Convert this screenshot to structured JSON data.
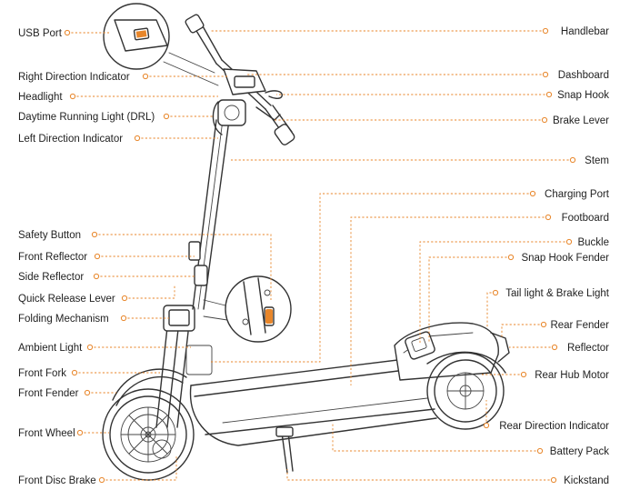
{
  "colors": {
    "accent": "#E8862A",
    "line_art": "#333333",
    "text": "#222222",
    "background": "#FFFFFF"
  },
  "labels_left": [
    {
      "id": "usb-port",
      "text": "USB Port"
    },
    {
      "id": "right-direction-indicator",
      "text": "Right Direction Indicator"
    },
    {
      "id": "headlight",
      "text": "Headlight"
    },
    {
      "id": "daytime-running-light",
      "text": "Daytime Running Light (DRL)"
    },
    {
      "id": "left-direction-indicator",
      "text": "Left Direction Indicator"
    },
    {
      "id": "safety-button",
      "text": "Safety Button"
    },
    {
      "id": "front-reflector",
      "text": "Front Reflector"
    },
    {
      "id": "side-reflector",
      "text": "Side Reflector"
    },
    {
      "id": "quick-release-lever",
      "text": "Quick Release Lever"
    },
    {
      "id": "folding-mechanism",
      "text": "Folding Mechanism"
    },
    {
      "id": "ambient-light",
      "text": "Ambient Light"
    },
    {
      "id": "front-fork",
      "text": "Front Fork"
    },
    {
      "id": "front-fender",
      "text": "Front Fender"
    },
    {
      "id": "front-wheel",
      "text": "Front Wheel"
    },
    {
      "id": "front-disc-brake",
      "text": "Front Disc Brake"
    }
  ],
  "labels_right": [
    {
      "id": "handlebar",
      "text": "Handlebar"
    },
    {
      "id": "dashboard",
      "text": "Dashboard"
    },
    {
      "id": "snap-hook",
      "text": "Snap Hook"
    },
    {
      "id": "brake-lever",
      "text": "Brake Lever"
    },
    {
      "id": "stem",
      "text": "Stem"
    },
    {
      "id": "charging-port",
      "text": "Charging Port"
    },
    {
      "id": "footboard",
      "text": "Footboard"
    },
    {
      "id": "buckle",
      "text": "Buckle"
    },
    {
      "id": "snap-hook-fender",
      "text": "Snap Hook Fender"
    },
    {
      "id": "tail-light-brake-light",
      "text": "Tail light & Brake Light"
    },
    {
      "id": "rear-fender",
      "text": "Rear Fender"
    },
    {
      "id": "reflector",
      "text": "Reflector"
    },
    {
      "id": "rear-hub-motor",
      "text": "Rear Hub Motor"
    },
    {
      "id": "rear-direction-indicator",
      "text": "Rear Direction Indicator"
    },
    {
      "id": "battery-pack",
      "text": "Battery Pack"
    },
    {
      "id": "kickstand",
      "text": "Kickstand"
    }
  ]
}
